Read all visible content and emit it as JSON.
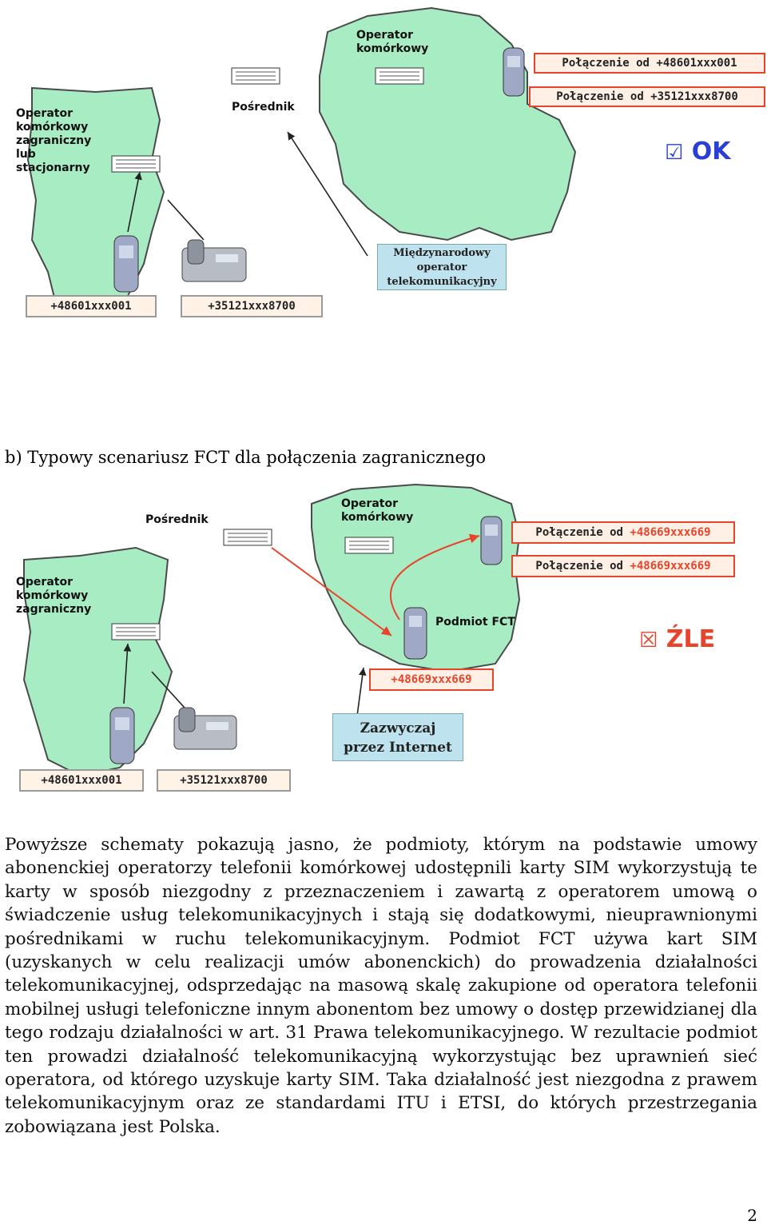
{
  "diagram_a": {
    "labels": {
      "operator_mobile": "Operator\nkomórkowy",
      "intermediary": "Pośrednik",
      "operator_foreign": "Operator\nkomórkowy\nzagraniczny\nlub\nstacjonarny",
      "intl_operator": "Międzynarodowy\noperator\ntelekomunikacyjny"
    },
    "call_1_prefix": "Połączenie od ",
    "call_1_number": "+48601xxx001",
    "call_2_prefix": "Połączenie od ",
    "call_2_number": "+35121xxx8700",
    "number_left": "+48601xxx001",
    "number_right": "+35121xxx8700",
    "status_text": "OK",
    "status_icon": "checkbox-checked-icon",
    "status_color": "#2a3fd6"
  },
  "caption": "b) Typowy scenariusz FCT dla połączenia zagranicznego",
  "diagram_b": {
    "labels": {
      "intermediary": "Pośrednik",
      "operator_mobile": "Operator\nkomórkowy",
      "operator_foreign": "Operator\nkomórkowy\nzagraniczny",
      "fct_entity": "Podmiot FCT",
      "internet": "Zazwyczaj\nprzez Internet"
    },
    "call_1_prefix": "Połączenie od ",
    "call_1_number": "+48669xxx669",
    "call_2_prefix": "Połączenie od ",
    "call_2_number": "+48669xxx669",
    "fct_number": "+48669xxx669",
    "number_left": "+48601xxx001",
    "number_right": "+35121xxx8700",
    "status_text": "ŹLE",
    "status_icon": "checkbox-crossed-icon",
    "status_color": "#e8442c"
  },
  "paragraph": "Powyższe schematy pokazują jasno, że podmioty, którym na podstawie umowy abonenckiej operatorzy telefonii komórkowej udostępnili karty SIM wykorzystują te karty w sposób niezgodny z przeznaczeniem i zawartą z operatorem umową o świadczenie usług telekomunikacyjnych i stają się dodatkowymi, nieuprawnionymi pośrednikami w ruchu telekomunikacyjnym. Podmiot FCT używa kart SIM (uzyskanych w celu realizacji umów abonenckich) do prowadzenia działalności telekomunikacyjnej, odsprzedając na masową skalę zakupione od operatora telefonii mobilnej usługi telefoniczne innym abonentom bez umowy o dostęp przewidzianej dla tego rodzaju działalności w art. 31 Prawa telekomunikacyjnego. W rezultacie podmiot ten prowadzi działalność telekomunikacyjną wykorzystując bez uprawnień sieć operatora, od którego uzyskuje karty SIM. Taka działalność jest niezgodna z prawem telekomunikacyjnym oraz ze standardami ITU i ETSI, do których przestrzegania zobowiązana jest Polska.",
  "page_number": "2",
  "colors": {
    "map_fill": "#a8ecc4",
    "map_stroke": "#4a4a4a",
    "accent_red": "#e8442c"
  }
}
